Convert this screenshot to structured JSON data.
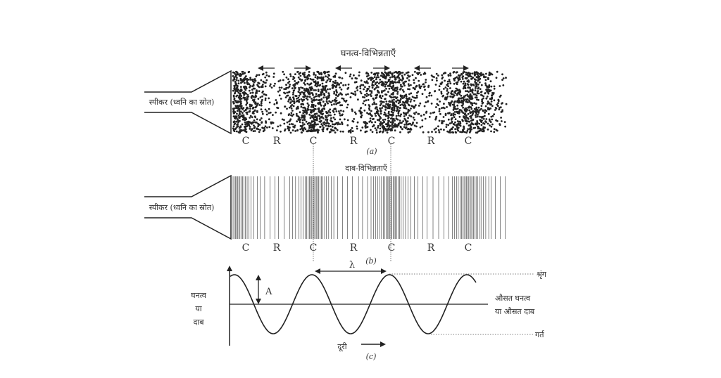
{
  "panel_a": {
    "title": "घनत्व-विभिन्नताएँ",
    "speaker_label": "स्पीकर (ध्वनि का स्रोत)",
    "region_labels": [
      "C",
      "R",
      "C",
      "R",
      "C",
      "R",
      "C"
    ],
    "caption": "(a)"
  },
  "panel_b": {
    "title": "दाब-विभिन्नताएँ",
    "speaker_label": "स्पीकर (ध्वनि का स्रोत)",
    "region_labels": [
      "C",
      "R",
      "C",
      "R",
      "C",
      "R",
      "C"
    ],
    "caption": "(b)"
  },
  "panel_c": {
    "y_label": [
      "घनत्व",
      "या",
      "दाब"
    ],
    "amplitude_label": "A",
    "wavelength_label": "λ",
    "crest_label": "श्रृंग",
    "trough_label": "गर्त",
    "mean_label": [
      "औसत घनत्व",
      "या औसत दाब"
    ],
    "x_label": "दूरी",
    "caption": "(c)"
  },
  "colors": {
    "ink": "#222222",
    "background": "#ffffff"
  }
}
